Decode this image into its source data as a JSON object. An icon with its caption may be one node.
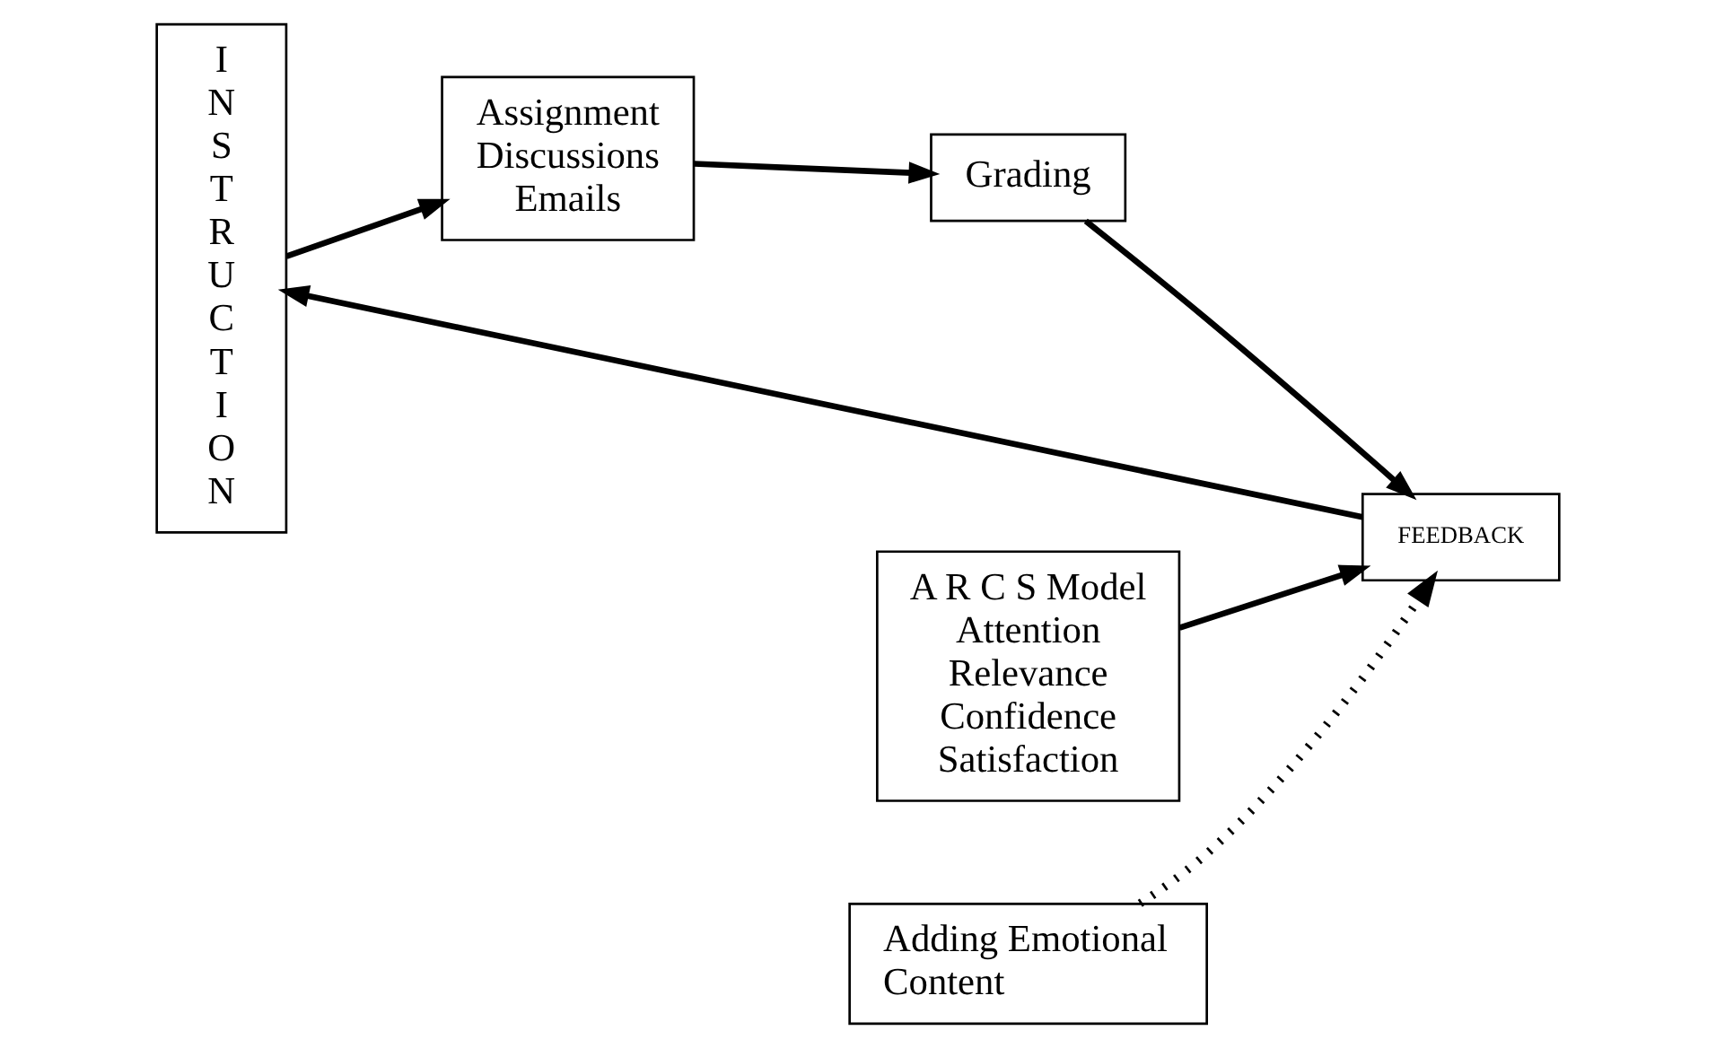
{
  "diagram": {
    "nodes": [
      {
        "text": [
          "I N S T R U C T I O N"
        ]
      },
      {
        "text": [
          "Assignment Discussions Emails"
        ]
      },
      {
        "text": [
          "Grading"
        ]
      },
      {
        "text": [
          "FEEDBACK"
        ]
      },
      {
        "text": [
          "A R C S Model",
          "Attention",
          "Relevance",
          "Confidence",
          "Satisfaction"
        ]
      },
      {
        "text": [
          "Adding Emotional Content"
        ]
      }
    ],
    "edges": [
      {
        "from": 0,
        "to": 1,
        "arrow": "to"
      },
      {
        "from": 1,
        "to": 2,
        "arrow": "to"
      },
      {
        "from": 2,
        "to": 3,
        "arrow": "to"
      },
      {
        "from": 3,
        "to": 0,
        "arrow": "to"
      },
      {
        "from": 4,
        "to": 3,
        "arrow": "to"
      },
      {
        "from": 5,
        "to": 3,
        "arrow": "to",
        "style": "dashed"
      }
    ]
  }
}
